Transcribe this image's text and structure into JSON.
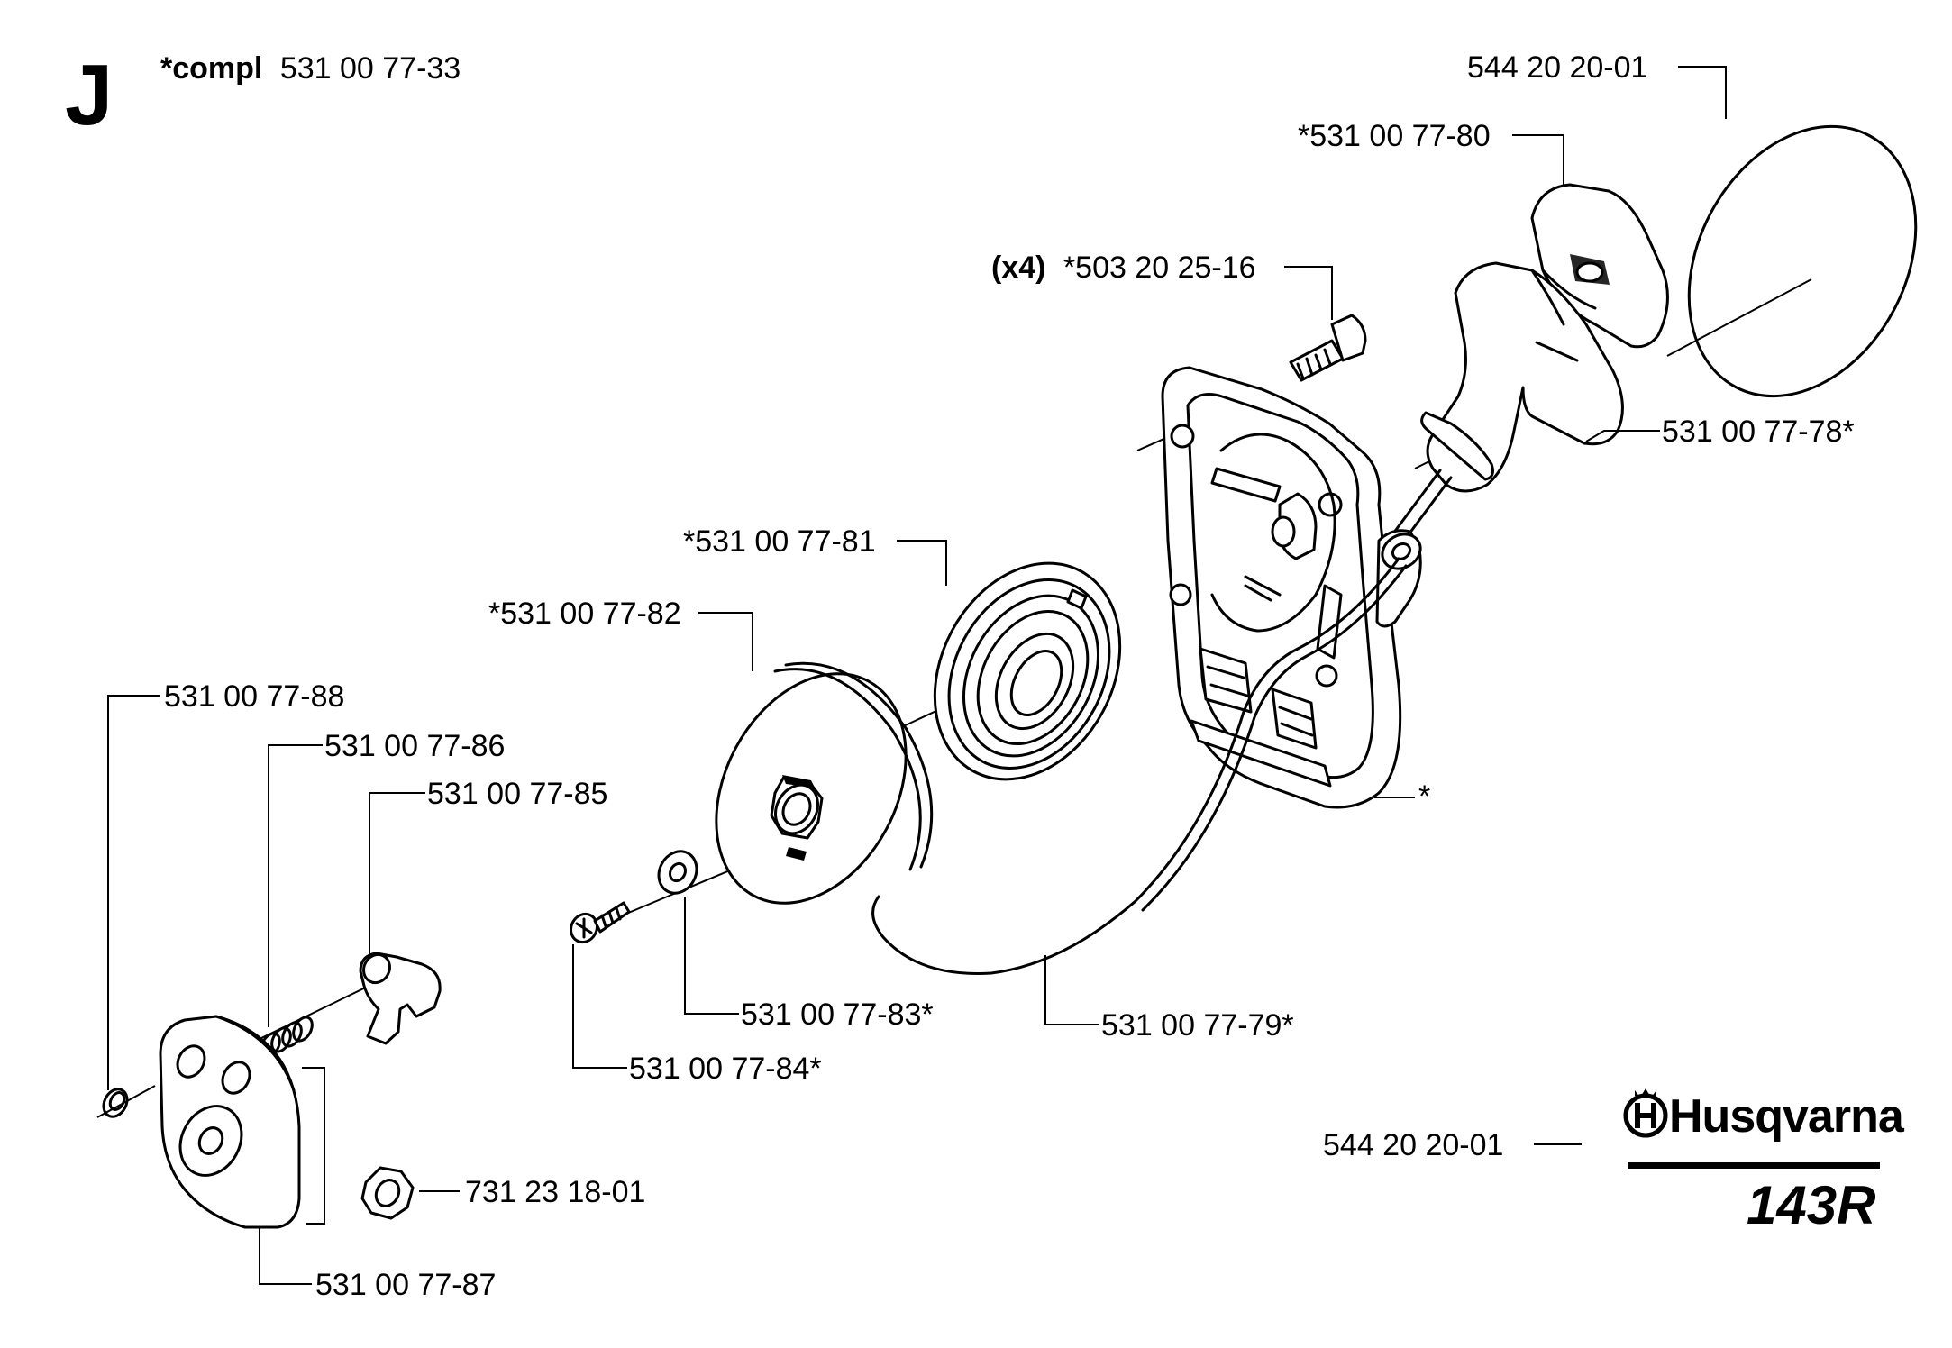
{
  "section": {
    "letter": "J",
    "compl_prefix": "*compl",
    "compl_number": "531 00 77-33"
  },
  "parts": {
    "decal_top": "544 20 20-01",
    "handle_insert": "*531 00 77-80",
    "screw_qty": "(x4)",
    "screw": "*503 20 25-16",
    "handle": "531 00 77-78*",
    "spring": "*531 00 77-81",
    "pulley": "*531 00 77-82",
    "housing": "*",
    "washer_spring": "531 00 77-88",
    "pawl_spring": "531 00 77-86",
    "pawl": "531 00 77-85",
    "washer": "531 00 77-83*",
    "cord": "531 00 77-79*",
    "pulley_screw": "531 00 77-84*",
    "nut": "731 23 18-01",
    "hub": "531 00 77-87",
    "decal_bottom": "544 20 20-01"
  },
  "brand": {
    "name": "Husqvarna",
    "model": "143R",
    "logo_icon": "husqvarna-crown-h-icon"
  }
}
